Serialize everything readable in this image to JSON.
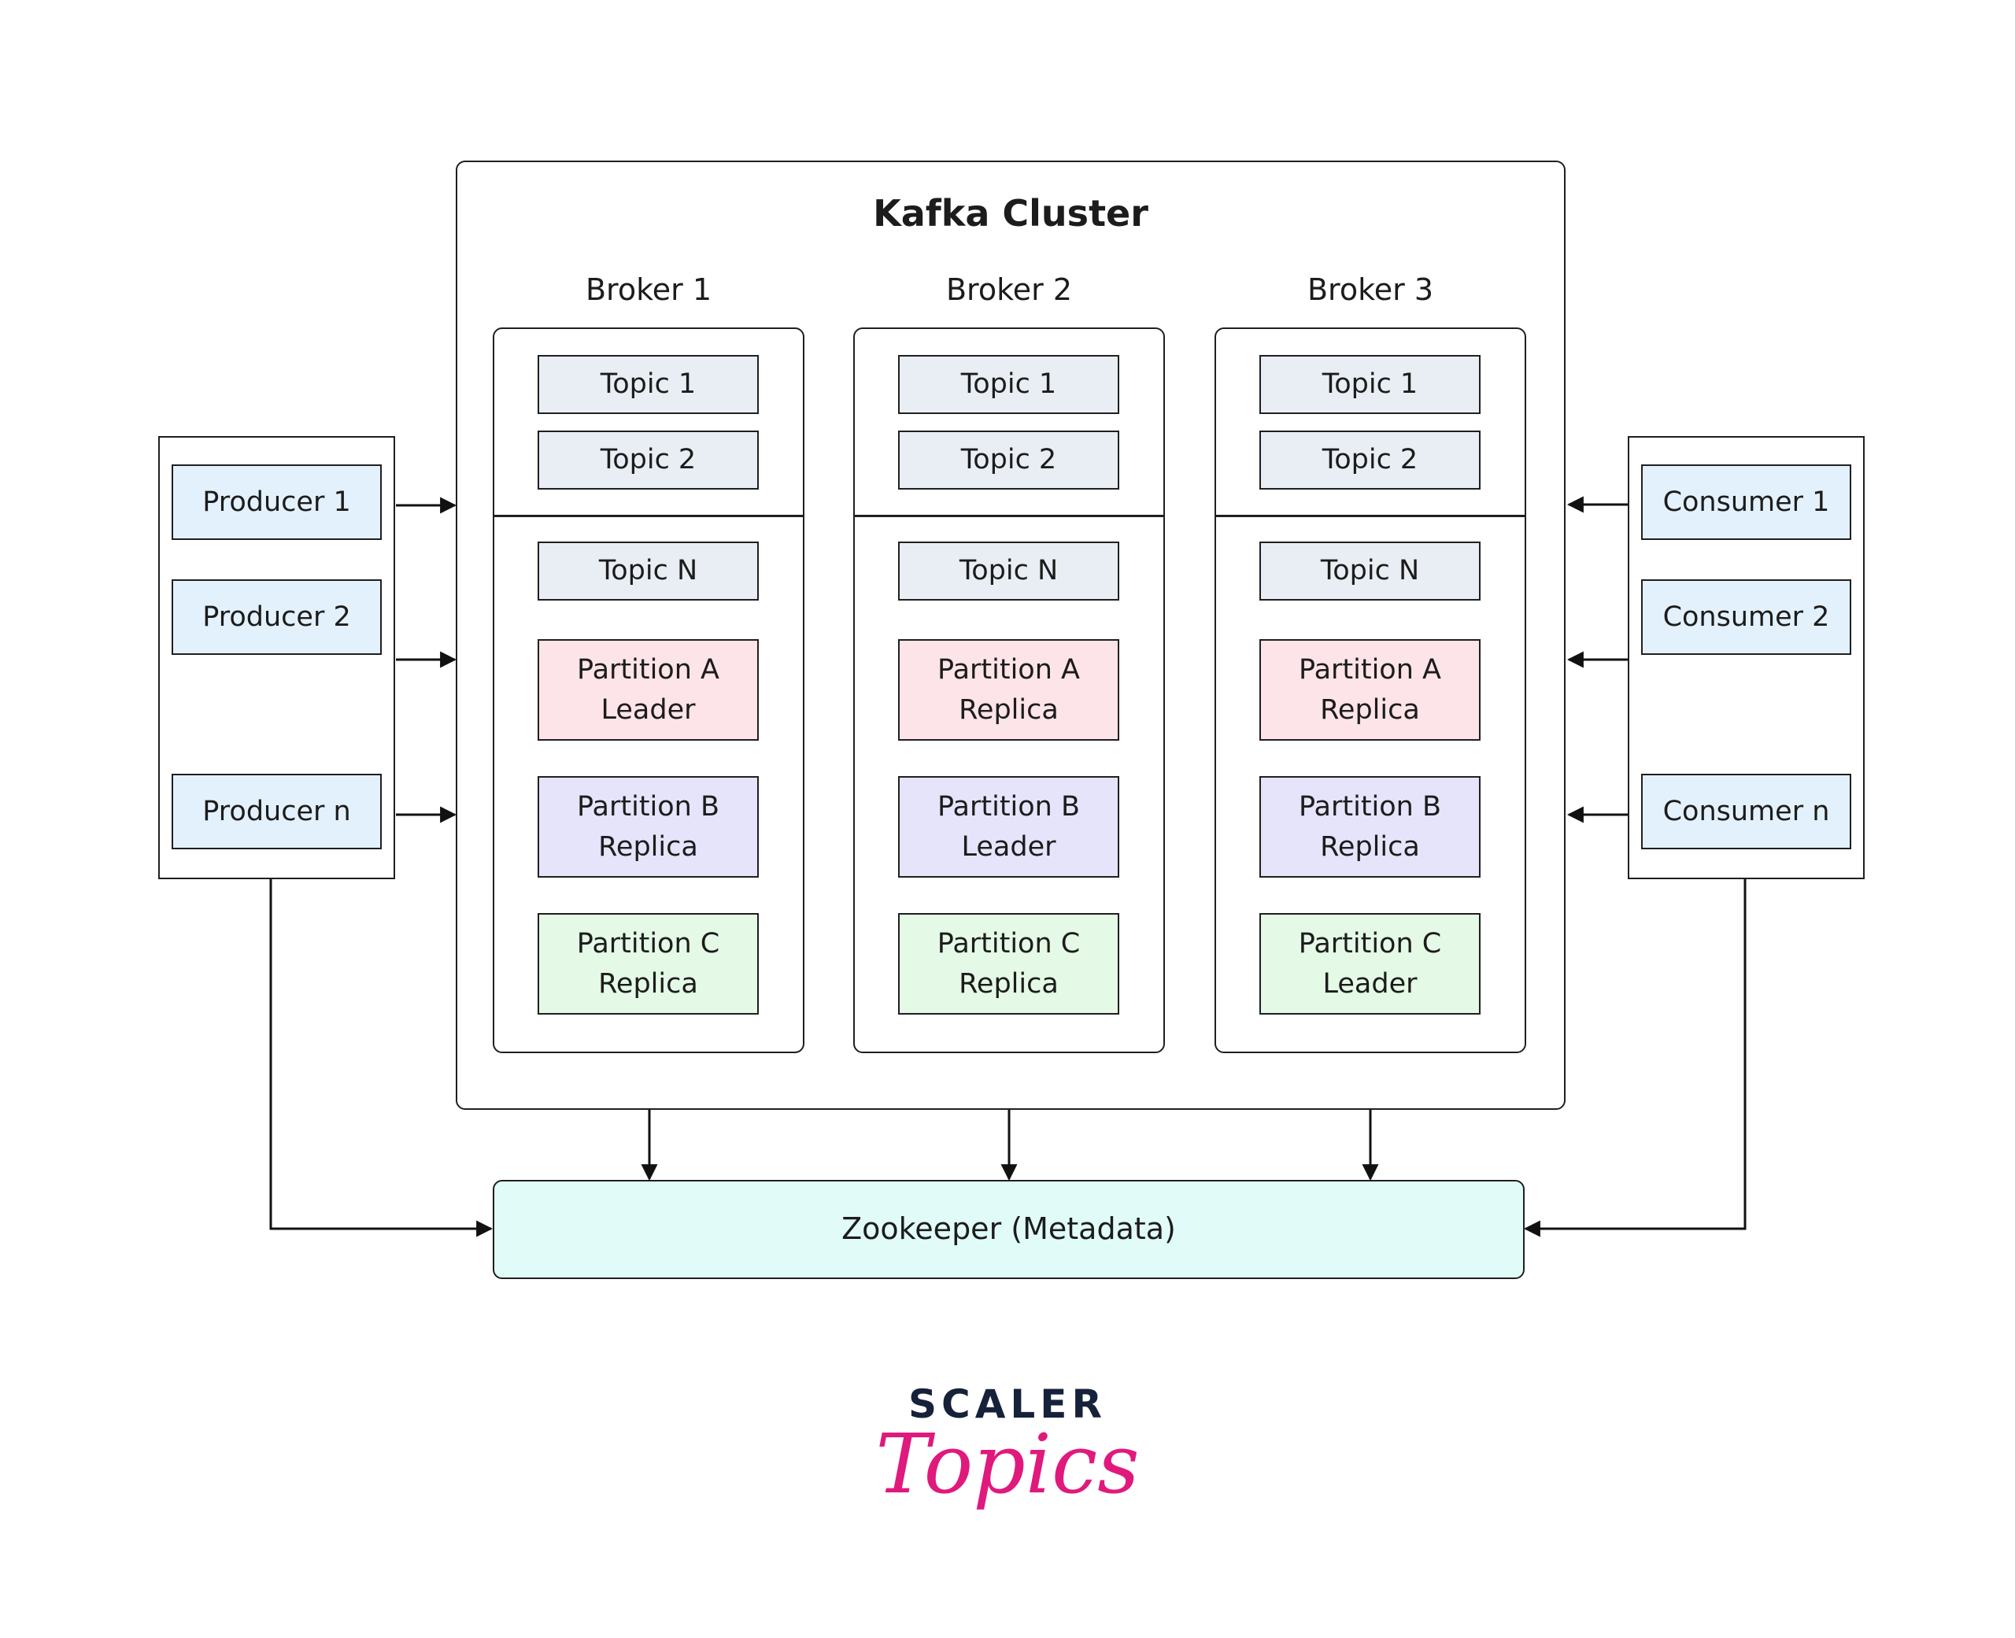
{
  "cluster": {
    "title": "Kafka Cluster"
  },
  "brokers": [
    {
      "name": "Broker 1",
      "topics": [
        "Topic 1",
        "Topic 2"
      ],
      "topic_n": "Topic N",
      "partitions": [
        "Partition A\nLeader",
        "Partition B\nReplica",
        "Partition C\nReplica"
      ]
    },
    {
      "name": "Broker 2",
      "topics": [
        "Topic 1",
        "Topic 2"
      ],
      "topic_n": "Topic N",
      "partitions": [
        "Partition A\nReplica",
        "Partition B\nLeader",
        "Partition C\nReplica"
      ]
    },
    {
      "name": "Broker 3",
      "topics": [
        "Topic 1",
        "Topic 2"
      ],
      "topic_n": "Topic N",
      "partitions": [
        "Partition A\nReplica",
        "Partition B\nReplica",
        "Partition C\nLeader"
      ]
    }
  ],
  "producers": [
    "Producer 1",
    "Producer 2",
    "Producer n"
  ],
  "consumers": [
    "Consumer 1",
    "Consumer 2",
    "Consumer n"
  ],
  "zookeeper": {
    "label": "Zookeeper (Metadata)"
  },
  "logo": {
    "top": "SCALER",
    "bottom": "Topics"
  },
  "colors": {
    "topic": "#e9eef4",
    "client": "#e3f1fc",
    "partition_a": "#fde4e8",
    "partition_b": "#e6e4fb",
    "partition_c": "#e4f9e6",
    "zookeeper": "#e1fcf8",
    "logo_text": "#16213a",
    "logo_accent": "#e0197d"
  }
}
